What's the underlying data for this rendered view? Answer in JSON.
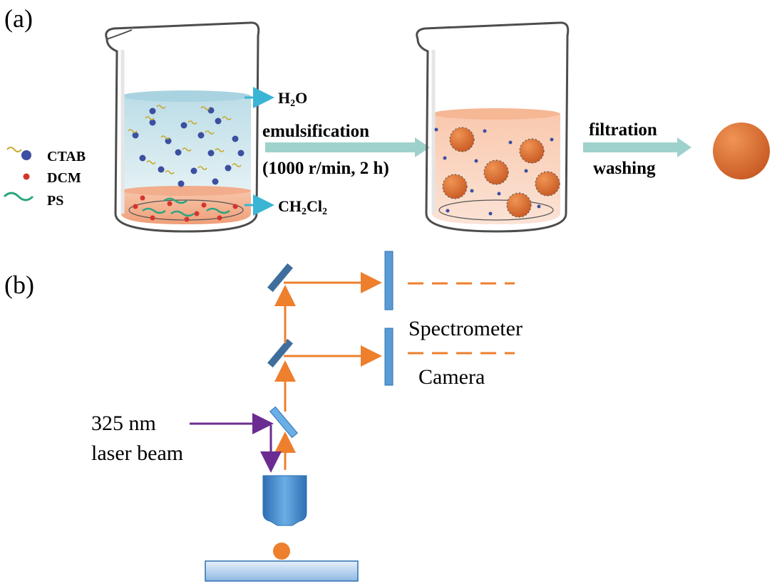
{
  "panel_a": {
    "label": "(a)",
    "legend": [
      {
        "label": "CTAB",
        "icon": "ctab-surfactant-icon"
      },
      {
        "label": "DCM",
        "icon": "dcm-droplet-icon"
      },
      {
        "label": "PS",
        "icon": "ps-chain-icon"
      }
    ],
    "water_label_main": "H",
    "water_label_sub": "2",
    "water_label_end": "O",
    "dcm_label_main": "CH",
    "dcm_label_sub1": "2",
    "dcm_label_mid": "Cl",
    "dcm_label_sub2": "2",
    "step1_label": "emulsification",
    "step1_condition": "(1000 r/min, 2 h)",
    "step2_label_line1": "filtration",
    "step2_label_line2": "washing",
    "colors": {
      "water": "#cfe6ee",
      "oil": "#f3b294",
      "arrow": "#9fd1cc",
      "pointer": "#3bb5d6",
      "sphere": "#e07a3c",
      "ctab": "#3c4fa0",
      "dcm": "#d6342b",
      "ps": "#2aa57f"
    }
  },
  "panel_b": {
    "label": "(b)",
    "spectrometer_label": "Spectrometer",
    "camera_label": "Camera",
    "laser_label_line1": "325 nm",
    "laser_label_line2": "laser beam",
    "colors": {
      "beam": "#ee7f2d",
      "laser": "#6b2c91",
      "optics": "#5b9bd5",
      "mirror_dark": "#3f6e9c",
      "sample": "#ee7f2d"
    }
  }
}
